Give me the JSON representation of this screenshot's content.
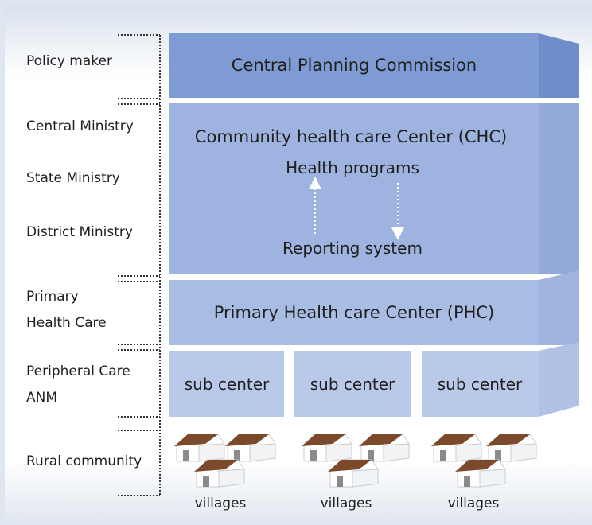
{
  "levels": {
    "policy_maker": "Policy maker",
    "central_ministry": "Central Ministry",
    "state_ministry": "State Ministry",
    "district_ministry": "District Ministry",
    "primary_health_care_line1": "Primary",
    "primary_health_care_line2": "Health Care",
    "peripheral_care": "Peripheral Care",
    "anm": "ANM",
    "rural_community": "Rural community"
  },
  "tiers": {
    "central_planning": "Central Planning Commission",
    "chc": "Community health care Center (CHC)",
    "health_programs": "Health programs",
    "reporting_system": "Reporting system",
    "phc": "Primary Health care Center (PHC)",
    "sub_centers": [
      "sub center",
      "sub center",
      "sub center"
    ]
  },
  "villages": [
    "villages",
    "villages",
    "villages"
  ],
  "colors": {
    "tier1": "#7f9bd3",
    "tier2": "#9eb3df",
    "tier3": "#a9bce3",
    "tier4": "#b9c9ea",
    "roof": "#7a4a2b",
    "arrow": "#ffffff"
  }
}
